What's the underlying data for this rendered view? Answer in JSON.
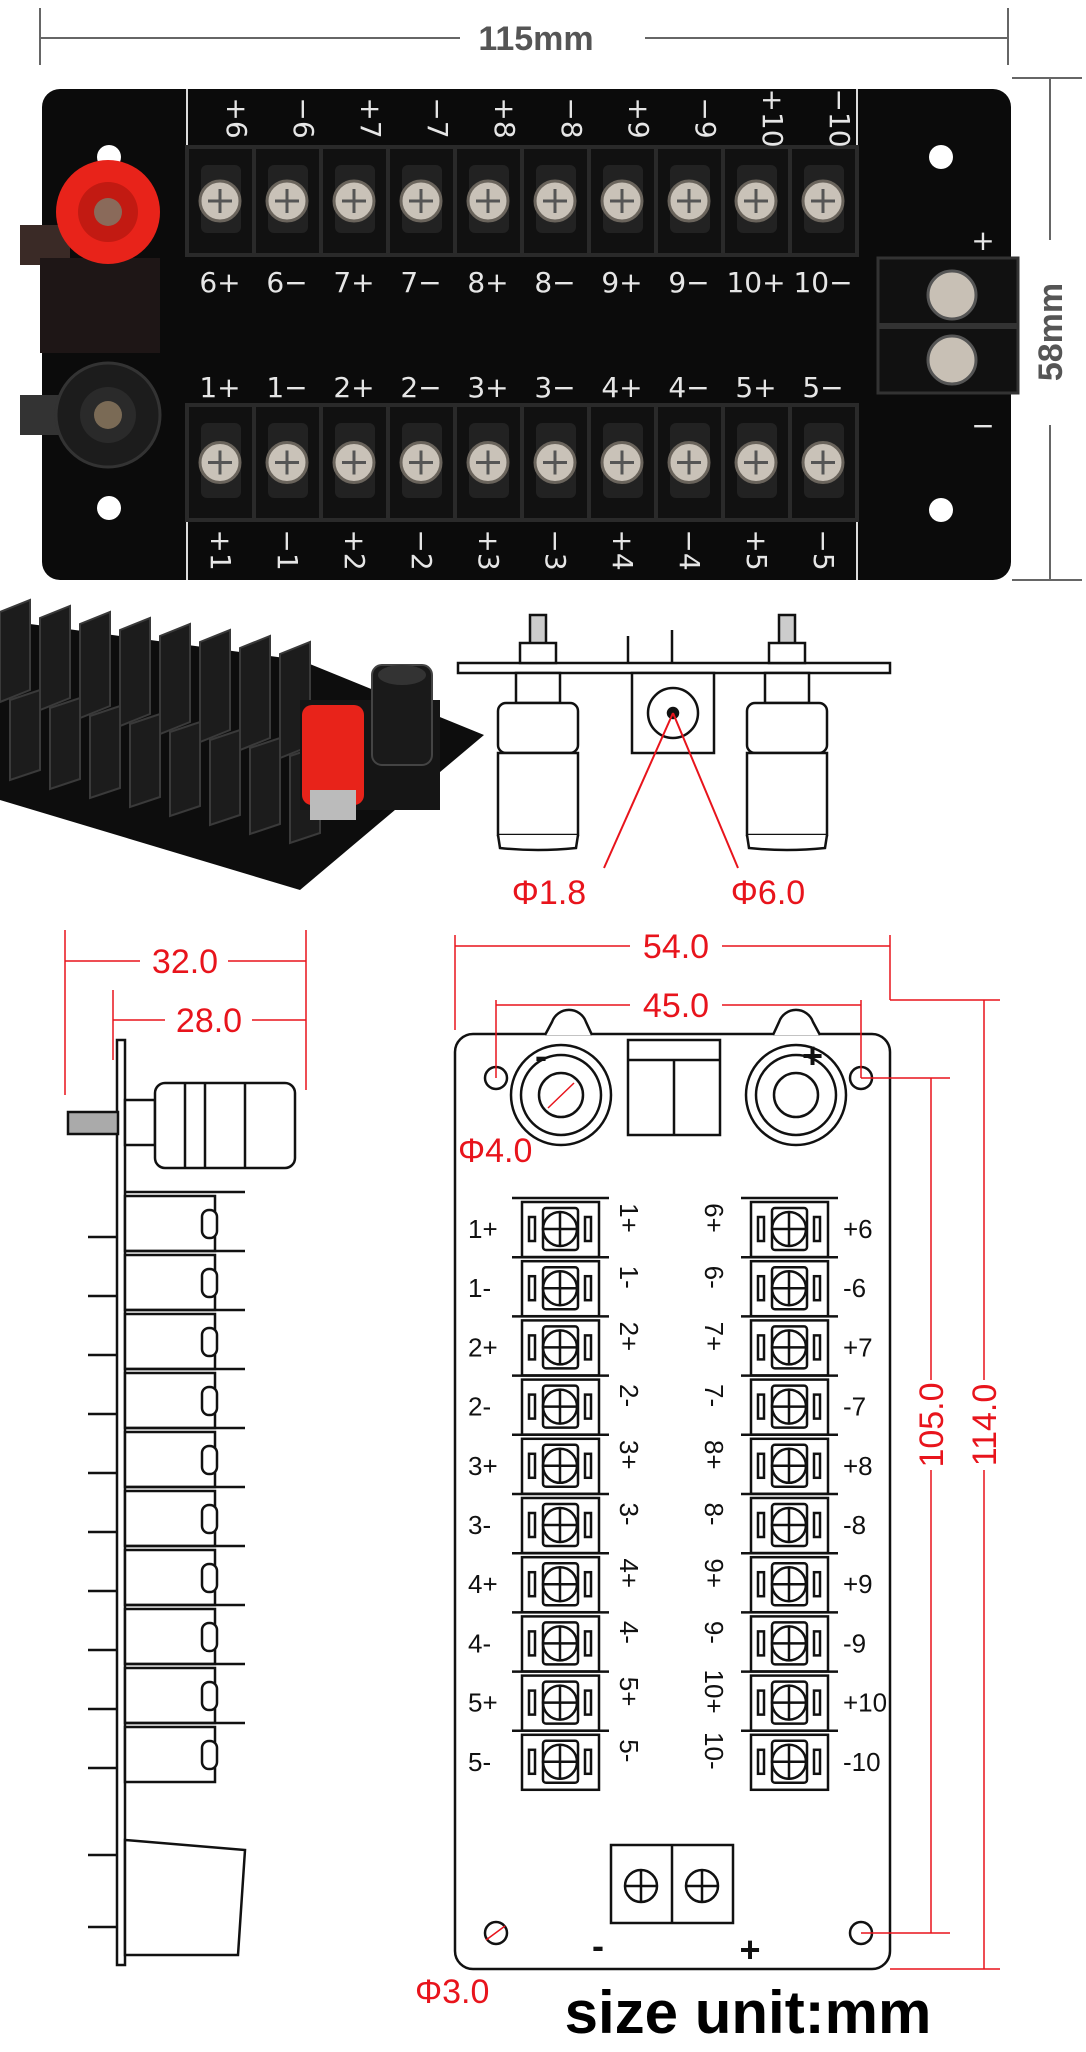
{
  "dimensions": {
    "photo_width": "115mm",
    "photo_height": "58mm",
    "side_total": "32.0",
    "side_post": "28.0",
    "board_width": "54.0",
    "hole_spacing": "45.0",
    "hole_pitch_height": "105.0",
    "board_height": "114.0",
    "post_diameter": "Φ4.0",
    "hole_diameter": "Φ3.0",
    "pin_diameter": "Φ1.8",
    "socket_diameter": "Φ6.0"
  },
  "photo": {
    "top_headers": [
      "+6",
      "−6",
      "+7",
      "−7",
      "+8",
      "−8",
      "+9",
      "−9",
      "+10",
      "−10"
    ],
    "upper_row_labels": [
      "6+",
      "6−",
      "7+",
      "7−",
      "8+",
      "8−",
      "9+",
      "9−",
      "10+",
      "10−"
    ],
    "lower_row_labels": [
      "1+",
      "1−",
      "2+",
      "2−",
      "3+",
      "3−",
      "4+",
      "4−",
      "5+",
      "5−"
    ],
    "bottom_headers": [
      "+1",
      "−1",
      "+2",
      "−2",
      "+3",
      "−3",
      "+4",
      "−4",
      "+5",
      "−5"
    ],
    "input_plus": "+",
    "input_minus": "−",
    "colors": {
      "board": "#0b0b0b",
      "red_post": "#e8231a",
      "black_post": "#1a1a1a"
    }
  },
  "drawing": {
    "left_labels": [
      "1+",
      "1-",
      "2+",
      "2-",
      "3+",
      "3-",
      "4+",
      "4-",
      "5+",
      "5-"
    ],
    "inner_left_labels": [
      "1+",
      "1-",
      "2+",
      "2-",
      "3+",
      "3-",
      "4+",
      "4-",
      "5+",
      "5-"
    ],
    "inner_right_labels": [
      "6+",
      "6-",
      "7+",
      "7-",
      "8+",
      "8-",
      "9+",
      "9-",
      "10+",
      "10-"
    ],
    "right_labels": [
      "+6",
      "-6",
      "+7",
      "-7",
      "+8",
      "-8",
      "+9",
      "-9",
      "+10",
      "-10"
    ],
    "post_minus": "-",
    "post_plus": "+",
    "input_minus": "-",
    "input_plus": "+",
    "dimension_color": "#e8141c"
  },
  "unit_note": "size unit:mm"
}
